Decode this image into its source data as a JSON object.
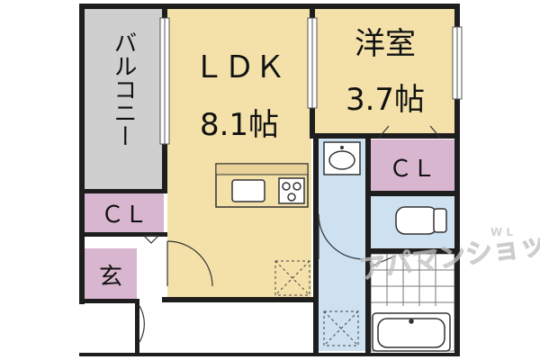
{
  "floorplan": {
    "balcony": {
      "label": "バルコニー"
    },
    "ldk": {
      "label": "ＬＤＫ",
      "area": "8.1帖"
    },
    "western_room": {
      "label": "洋室",
      "area": "3.7帖"
    },
    "closet_bedroom": {
      "label": "ＣＬ"
    },
    "closet_entry": {
      "label": "ＣＬ"
    },
    "entrance": {
      "label": "玄"
    }
  },
  "colors": {
    "ldk_floor": "#f3e1a9",
    "balcony_floor": "#cfcfcf",
    "closet_floor": "#d9b6cf",
    "wet_area_floor": "#cde1f0",
    "wall": "#1e1e1e",
    "watermark": "#c8c8c8"
  },
  "watermark": {
    "text": "アパマンショップ",
    "sub": "W L"
  }
}
